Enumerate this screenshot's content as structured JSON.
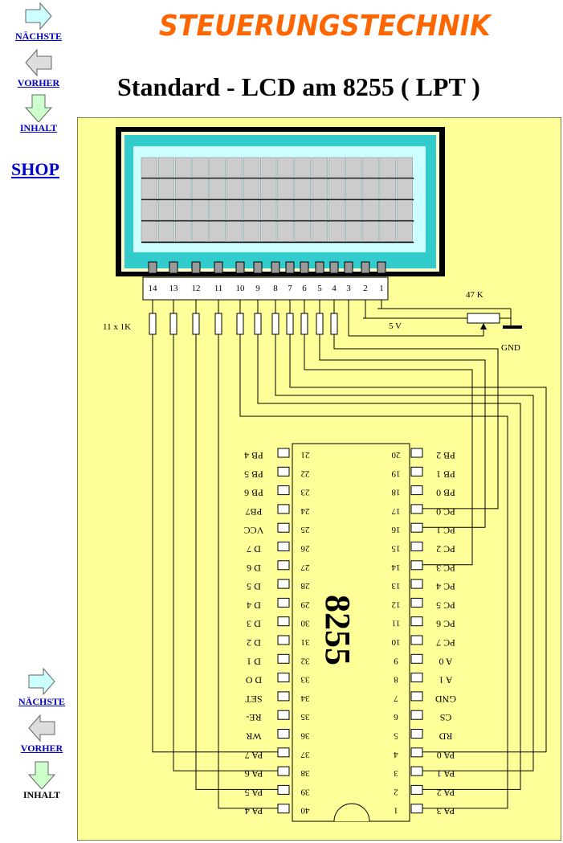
{
  "header": {
    "title": "STEUERUNGSTECHNIK",
    "subtitle": "Standard - LCD  am 8255 ( LPT )"
  },
  "nav_top": {
    "next": "NÄCHSTE",
    "prev": "VORHER",
    "contents": "INHALT",
    "shop": "SHOP"
  },
  "nav_bottom": {
    "next": "NÄCHSTE",
    "prev": "VORHER",
    "contents": "INHALT"
  },
  "colors": {
    "panel": "#ffff99",
    "lcd_outer": "#33cccc",
    "lcd_inner": "#ccffff",
    "lcd_cell": "#cccccc",
    "title": "#ff6600",
    "link": "#0000cc"
  },
  "lcd": {
    "pins": [
      "14",
      "13",
      "12",
      "11",
      "10",
      "9",
      "8",
      "7",
      "6",
      "5",
      "4",
      "3",
      "2",
      "1"
    ]
  },
  "labels": {
    "resistors": "11 x 1K",
    "pot": "47 K",
    "supply": "5 V",
    "gnd": "GND",
    "chip": "8255"
  },
  "chip_left": [
    {
      "num": "21",
      "name": "PB 4"
    },
    {
      "num": "22",
      "name": "PB 5"
    },
    {
      "num": "23",
      "name": "PB 6"
    },
    {
      "num": "24",
      "name": "PB7"
    },
    {
      "num": "25",
      "name": "VCC"
    },
    {
      "num": "26",
      "name": "D 7"
    },
    {
      "num": "27",
      "name": "D 6"
    },
    {
      "num": "28",
      "name": "D 5"
    },
    {
      "num": "29",
      "name": "D 4"
    },
    {
      "num": "30",
      "name": "D 3"
    },
    {
      "num": "31",
      "name": "D 2"
    },
    {
      "num": "32",
      "name": "D 1"
    },
    {
      "num": "33",
      "name": "D O"
    },
    {
      "num": "34",
      "name": "SET"
    },
    {
      "num": "35",
      "name": "RE-"
    },
    {
      "num": "36",
      "name": "WR"
    },
    {
      "num": "37",
      "name": "PA 7"
    },
    {
      "num": "38",
      "name": "PA 6"
    },
    {
      "num": "39",
      "name": "PA 5"
    },
    {
      "num": "40",
      "name": "PA 4"
    }
  ],
  "chip_right": [
    {
      "num": "20",
      "name": "PB 2"
    },
    {
      "num": "19",
      "name": "PB 1"
    },
    {
      "num": "18",
      "name": "PB 0"
    },
    {
      "num": "17",
      "name": "PC 0"
    },
    {
      "num": "16",
      "name": "PC 1"
    },
    {
      "num": "15",
      "name": "PC 2"
    },
    {
      "num": "14",
      "name": "PC 3"
    },
    {
      "num": "13",
      "name": "PC 4"
    },
    {
      "num": "12",
      "name": "PC 5"
    },
    {
      "num": "11",
      "name": "PC 6"
    },
    {
      "num": "10",
      "name": "PC 7"
    },
    {
      "num": "9",
      "name": "A 0"
    },
    {
      "num": "8",
      "name": "A 1"
    },
    {
      "num": "7",
      "name": "GND"
    },
    {
      "num": "6",
      "name": "CS"
    },
    {
      "num": "5",
      "name": "RD"
    },
    {
      "num": "4",
      "name": "PA 0"
    },
    {
      "num": "3",
      "name": "PA 1"
    },
    {
      "num": "2",
      "name": "PA 2"
    },
    {
      "num": "1",
      "name": "PA 3"
    }
  ]
}
